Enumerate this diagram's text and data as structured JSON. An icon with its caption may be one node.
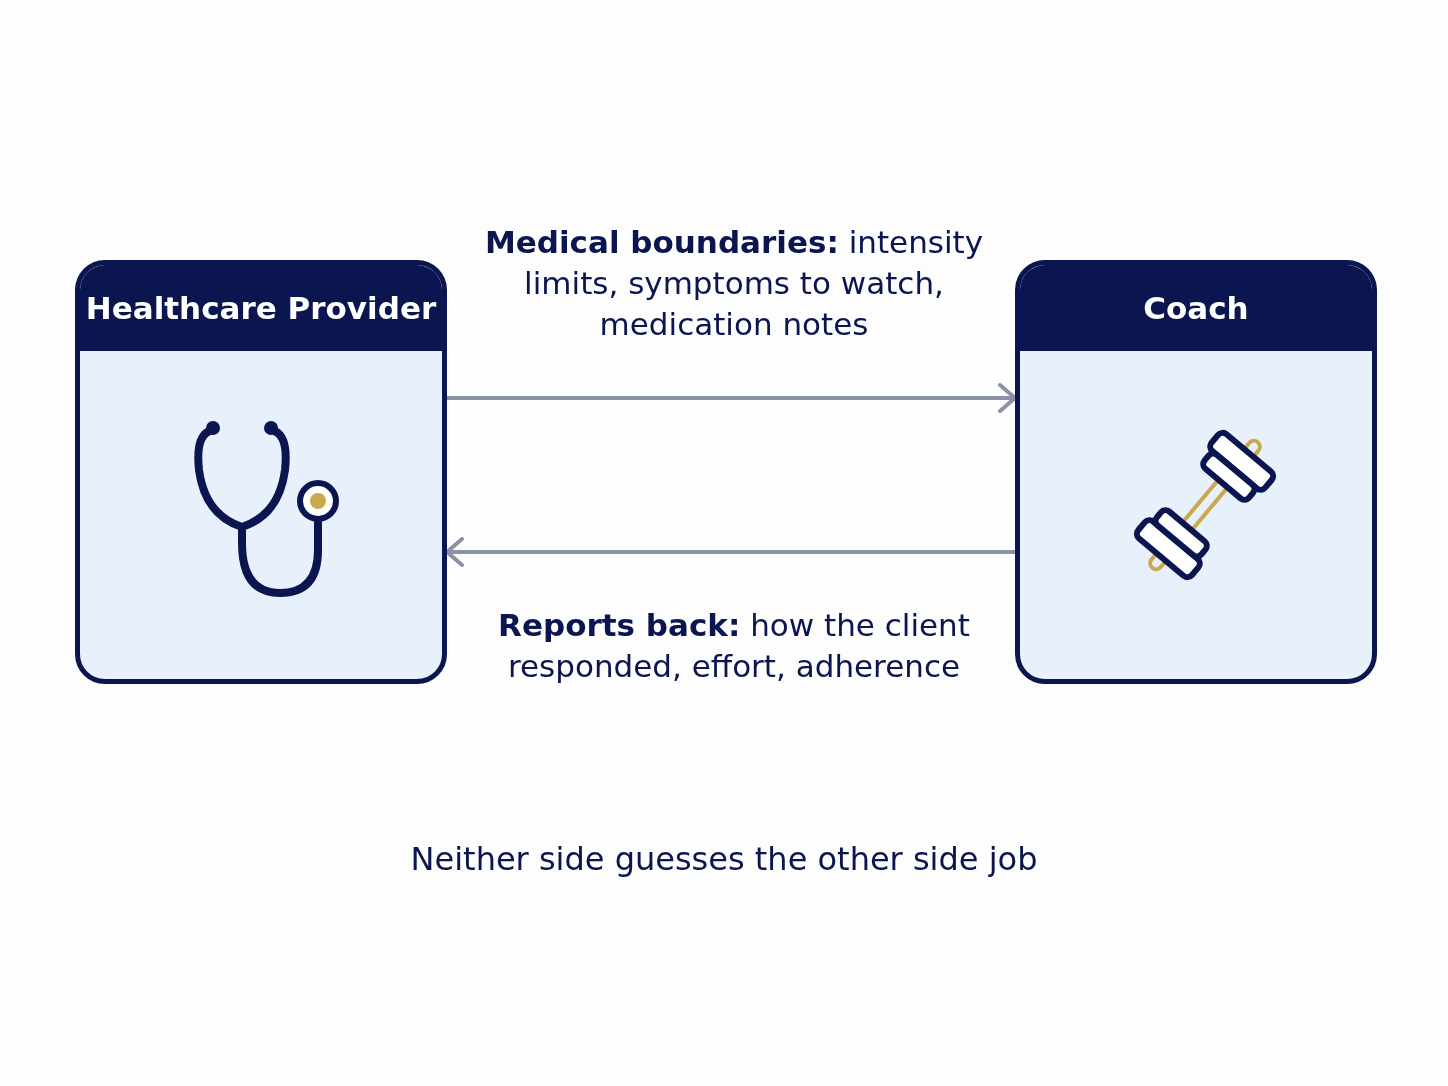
{
  "diagram": {
    "caption": "Neither side guesses the other side job",
    "nodes": [
      {
        "text": [
          "Healthcare Provider"
        ]
      },
      {
        "text": [
          "Coach"
        ]
      }
    ],
    "edges": [
      {
        "from": 0,
        "to": 1,
        "arrow": "to",
        "label": "**Medical boundaries:** intensity limits, symptoms to watch, medication notes"
      },
      {
        "from": 1,
        "to": 0,
        "arrow": "to",
        "label": "**Reports back:** how the client responded, effort, adherence"
      }
    ]
  }
}
